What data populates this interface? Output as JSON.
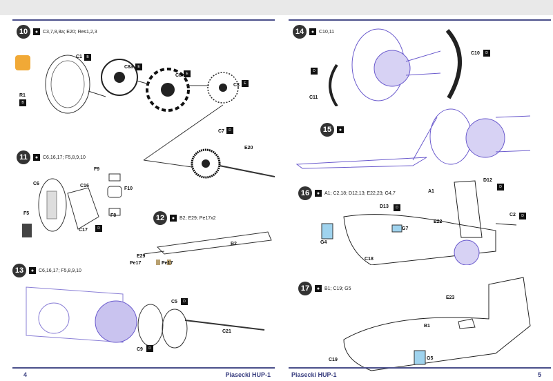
{
  "left_page": {
    "number": "4",
    "title": "Piasecki HUP-1",
    "steps": [
      {
        "num": "10",
        "parts": "C3,7,8,8a; E20; Res1,2,3",
        "labels": [
          "C1",
          "C8a",
          "C8",
          "C3",
          "R1",
          "C7",
          "E20"
        ]
      },
      {
        "num": "11",
        "parts": "C6,16,17; F5,8,9,10",
        "labels": [
          "C6",
          "C16",
          "F9",
          "F10",
          "F8",
          "F5",
          "C17"
        ]
      },
      {
        "num": "12",
        "parts": "B2; E29; Pe17x2",
        "labels": [
          "B2",
          "E29",
          "Pe17",
          "Pe17"
        ]
      },
      {
        "num": "13",
        "parts": "C6,16,17; F5,8,9,10",
        "labels": [
          "C5",
          "C21",
          "C9"
        ]
      }
    ]
  },
  "right_page": {
    "number": "5",
    "title": "Piasecki HUP-1",
    "steps": [
      {
        "num": "14",
        "parts": "C10,11",
        "labels": [
          "C10",
          "C11"
        ]
      },
      {
        "num": "15",
        "parts": "",
        "labels": []
      },
      {
        "num": "16",
        "parts": "A1; C2,18; D12,13; E22,23; G4,7",
        "labels": [
          "A1",
          "D12",
          "D13",
          "G7",
          "E22",
          "C2",
          "G4",
          "C18"
        ]
      },
      {
        "num": "17",
        "parts": "B1; C19; G5",
        "labels": [
          "E23",
          "B1",
          "C19",
          "G5"
        ]
      }
    ]
  },
  "glue_icon": "glue-drop-icon",
  "tag_icon": "paint-code-icon",
  "colors": {
    "rule": "#4a4f8a",
    "highlight": "#f0a020",
    "part_line": "#6a5acd",
    "glass": "#9fd3ee"
  }
}
